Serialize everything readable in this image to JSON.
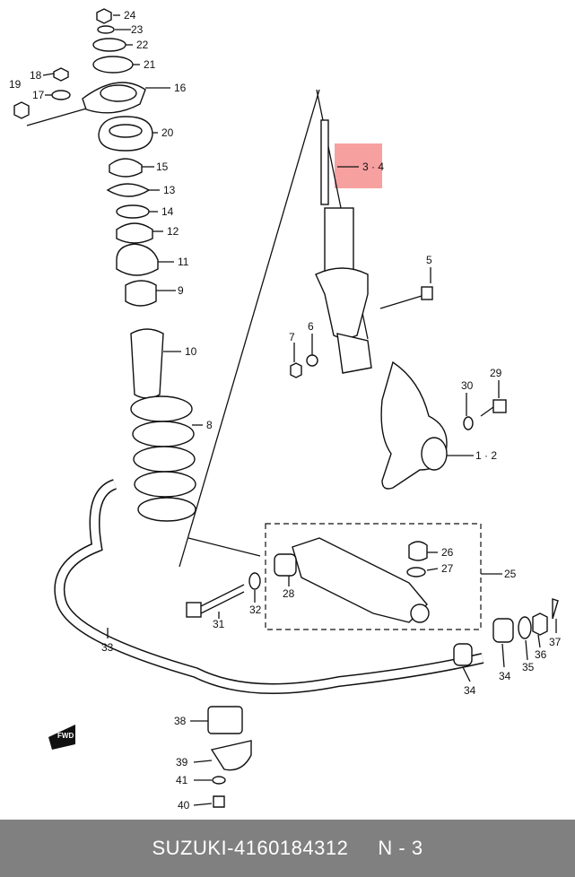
{
  "highlight_color": "#f7a0a0",
  "footer": {
    "brand": "SUZUKI",
    "sep1": " - ",
    "part_number": "4160184312",
    "sep2": "     ",
    "page": "N - 3"
  },
  "callouts": [
    "24",
    "23",
    "22",
    "21",
    "18",
    "19",
    "17",
    "16",
    "20",
    "15",
    "13",
    "14",
    "12",
    "11",
    "9",
    "10",
    "8",
    "3 · 4",
    "5",
    "6",
    "7",
    "29",
    "30",
    "1 · 2",
    "26",
    "27",
    "25",
    "28",
    "31",
    "32",
    "33",
    "34",
    "35",
    "36",
    "37",
    "34",
    "38",
    "39",
    "41",
    "40"
  ],
  "fwd_label": "FWD"
}
